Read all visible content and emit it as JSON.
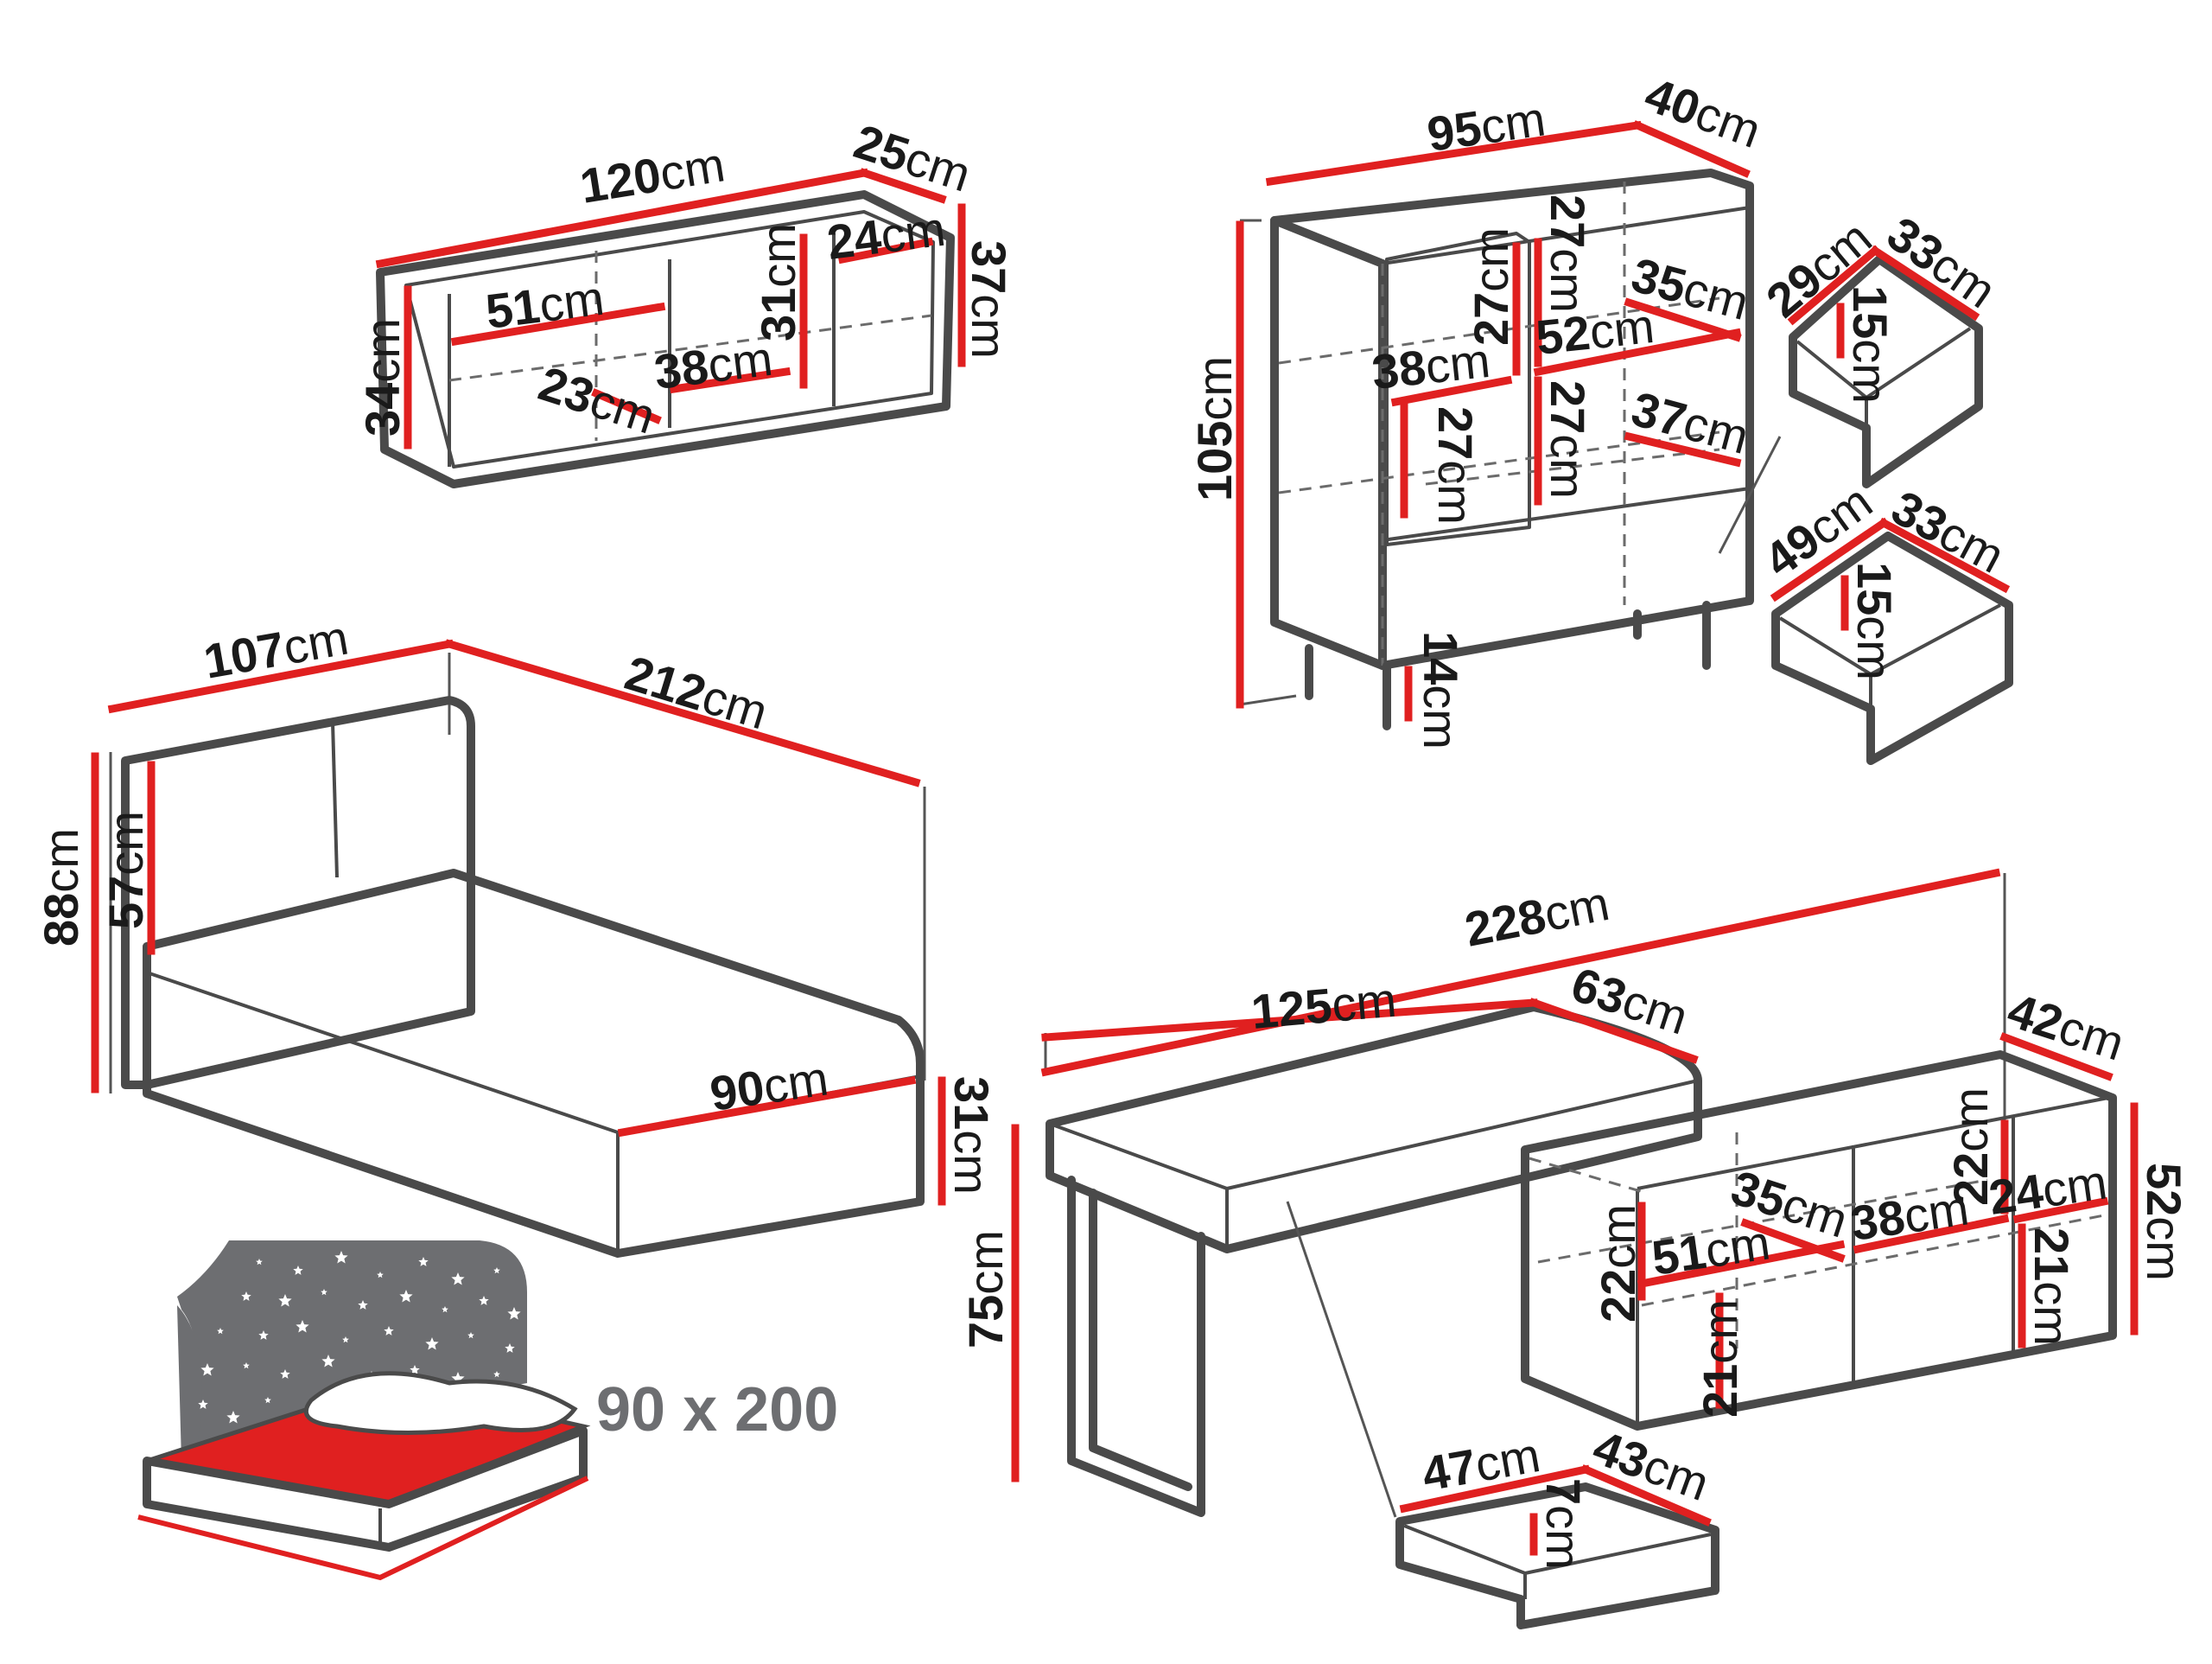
{
  "colors": {
    "accent": "#e02020",
    "line": "#4a4a4a",
    "star_panel": "#6d6e71",
    "mattress": "#e02020"
  },
  "units": {
    "cm": "cm"
  },
  "shelf": {
    "width": "120",
    "depth": "25",
    "height": "37",
    "side_height": "34",
    "compartment_width": "51",
    "compartment_2_width": "38",
    "compartment_3_width": "24",
    "compartment_height": "31",
    "compartment_depth": "23"
  },
  "cabinet": {
    "width": "95",
    "depth": "40",
    "height": "105",
    "legs": "14",
    "left_width": "38",
    "left_upper_height": "27",
    "left_lower_height": "27",
    "right_width": "52",
    "right_upper_height": "27",
    "right_lower_height": "27",
    "upper_depth": "35",
    "lower_depth": "37"
  },
  "drawer_small": {
    "width": "29",
    "depth": "33",
    "height": "15"
  },
  "drawer_large": {
    "width": "49",
    "depth": "33",
    "height": "15"
  },
  "bed": {
    "width": "107",
    "length": "212",
    "height": "88",
    "headboard": "57",
    "base_height": "31",
    "inner_width": "90"
  },
  "bed_badge": {
    "size": "90 x 200"
  },
  "desk": {
    "total_width": "228",
    "top_width": "125",
    "top_depth": "63",
    "height": "75",
    "cabinet_depth": "42",
    "cabinet_height": "52",
    "comp_width_1": "51",
    "comp_depth_1": "35",
    "comp_width_2": "38",
    "comp_width_3": "24",
    "comp_height_top": "22",
    "comp_height_top_2": "22",
    "comp_height_bottom": "21",
    "comp_height_bottom_2": "21"
  },
  "desk_drawer": {
    "width": "47",
    "depth": "43",
    "height": "7"
  }
}
